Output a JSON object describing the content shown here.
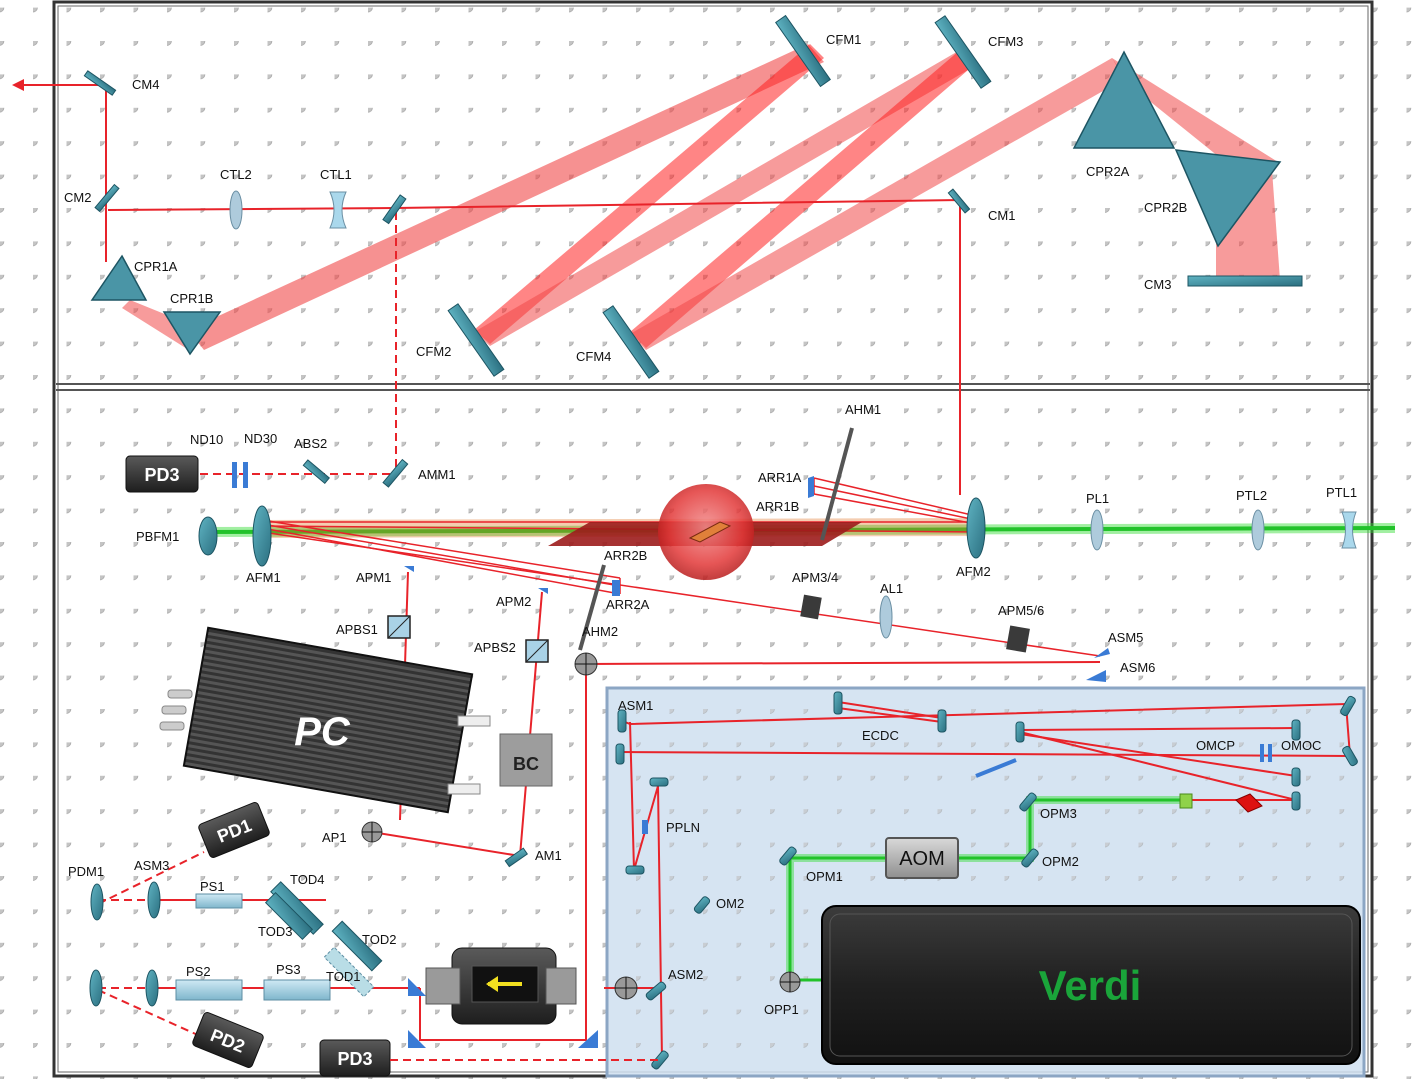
{
  "labels": {
    "CFM1": "CFM1",
    "CFM2": "CFM2",
    "CFM3": "CFM3",
    "CFM4": "CFM4",
    "CM1": "CM1",
    "CM2": "CM2",
    "CM3": "CM3",
    "CM4": "CM4",
    "CTL1": "CTL1",
    "CTL2": "CTL2",
    "CPR1A": "CPR1A",
    "CPR1B": "CPR1B",
    "CPR2A": "CPR2A",
    "CPR2B": "CPR2B",
    "AHM1": "AHM1",
    "AHM2": "AHM2",
    "ND10": "ND10",
    "ND30": "ND30",
    "ABS2": "ABS2",
    "AMM1": "AMM1",
    "ARR1A": "ARR1A",
    "ARR1B": "ARR1B",
    "ARR2A": "ARR2A",
    "ARR2B": "ARR2B",
    "PBFM1": "PBFM1",
    "AFM1": "AFM1",
    "AFM2": "AFM2",
    "PL1": "PL1",
    "PTL1": "PTL1",
    "PTL2": "PTL2",
    "APM1": "APM1",
    "APM2": "APM2",
    "APM34": "APM3/4",
    "APM56": "APM5/6",
    "AL1": "AL1",
    "APBS1": "APBS1",
    "APBS2": "APBS2",
    "ASM1": "ASM1",
    "ASM2": "ASM2",
    "ASM3": "ASM3",
    "ASM5": "ASM5",
    "ASM6": "ASM6",
    "AP1": "AP1",
    "AM1": "AM1",
    "ECDC": "ECDC",
    "OMCP": "OMCP",
    "OMOC": "OMOC",
    "OPM1": "OPM1",
    "OPM2": "OPM2",
    "OPM3": "OPM3",
    "OPP1": "OPP1",
    "PPLN": "PPLN",
    "OM2": "OM2",
    "PDM1": "PDM1",
    "PS1": "PS1",
    "PS2": "PS2",
    "PS3": "PS3",
    "TOD1": "TOD1",
    "TOD2": "TOD2",
    "TOD3": "TOD3",
    "TOD4": "TOD4"
  },
  "devices": {
    "pc": "PC",
    "bc": "BC",
    "aom": "AOM",
    "verdi": "Verdi",
    "pd3_top": "PD3",
    "pd3_bottom": "PD3",
    "pd1": "PD1",
    "pd2": "PD2"
  },
  "colors": {
    "beam_red": "#e8232a",
    "beam_green": "#22c22a",
    "optic_teal": "#3a8a9a",
    "blue_panel": "#dce6f2",
    "verdi_text": "#1aa53a"
  }
}
